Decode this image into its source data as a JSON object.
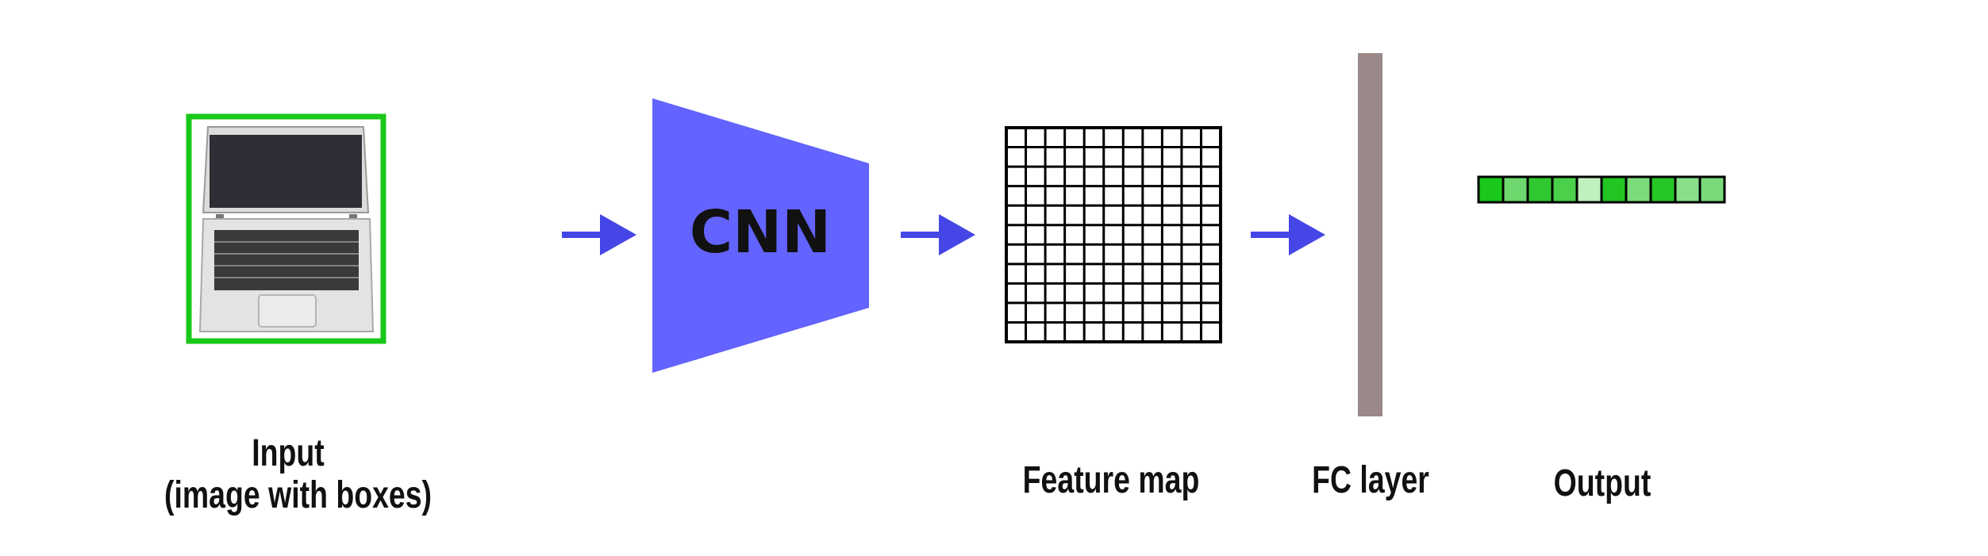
{
  "labels": {
    "input_line1": "Input",
    "input_line2": "(image with boxes)",
    "cnn": "CNN",
    "feature_map": "Feature map",
    "fc_layer": "FC layer",
    "output": "Output"
  },
  "colors": {
    "cnn_fill": "#6363ff",
    "arrow": "#4646e6",
    "input_border": "#19c819",
    "fc_layer": "#9b8888",
    "output_cells": [
      "#19c819",
      "#6ed86e",
      "#30c830",
      "#4ad04a",
      "#bff0bf",
      "#22c522",
      "#7cdc7c",
      "#26c626",
      "#8ae08a",
      "#7ad97a"
    ]
  },
  "feature_map_grid": {
    "rows": 11,
    "cols": 11
  },
  "output_vector": {
    "cells": 10
  }
}
